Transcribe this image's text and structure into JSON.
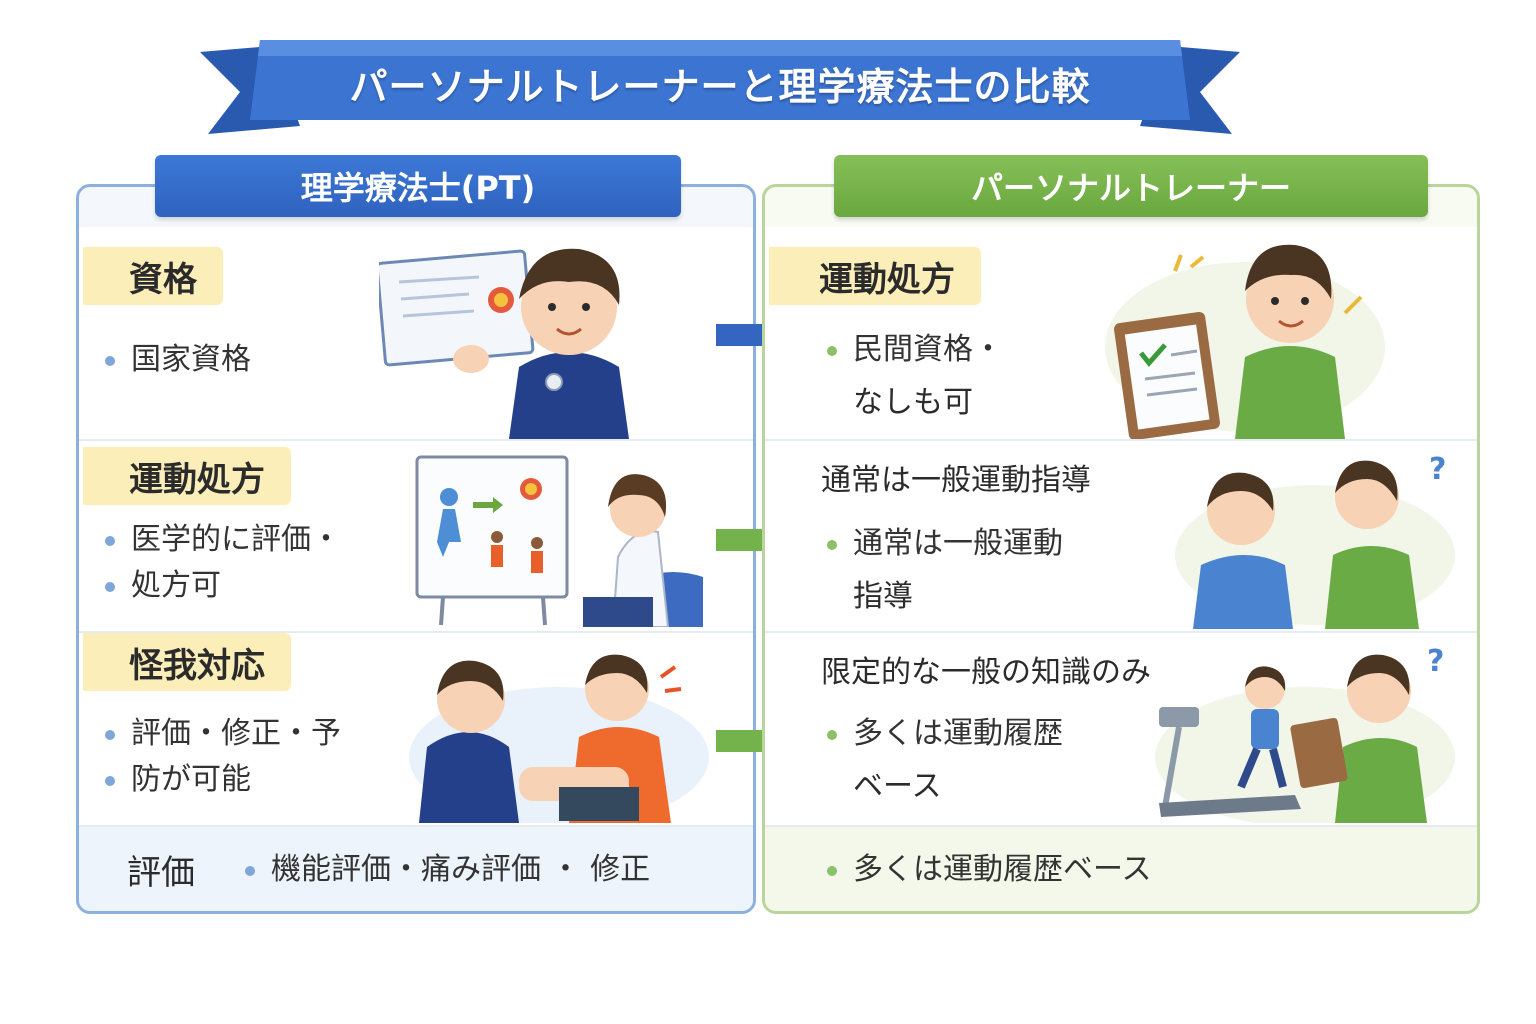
{
  "title": "パーソナルトレーナーと理学療法士の比較",
  "columns": {
    "pt": {
      "header": "理学療法士(PT)",
      "rows": [
        {
          "label": "資格",
          "bullet": [
            "国家資格"
          ]
        },
        {
          "label": "運動処方",
          "bullet": [
            "医学的に評価・",
            "処方可"
          ]
        },
        {
          "label": "怪我対応",
          "bullet": [
            "評価・修正・予",
            "防が可能"
          ]
        },
        {
          "label": "評価",
          "bullet": [
            "機能評価・痛み評価 ・ 修正"
          ]
        }
      ]
    },
    "trainer": {
      "header": "パーソナルトレーナー",
      "rows": [
        {
          "label": "運動処方",
          "bullet": [
            "民間資格・",
            "なしも可"
          ]
        },
        {
          "heading": "通常は一般運動指導",
          "bullet": [
            "通常は一般運動",
            "指導"
          ]
        },
        {
          "heading": "限定的な一般の知識のみ",
          "bullet": [
            "多くは運動履歴",
            "ベース"
          ]
        },
        {
          "bullet": [
            "多くは運動履歴ベース"
          ]
        }
      ]
    }
  },
  "icons": [
    "certificate-icon",
    "clipboard-icon",
    "treadmill-icon",
    "question-mark-icon"
  ],
  "colors": {
    "pt_blue": "#2f62bf",
    "trainer_green": "#6aa73f",
    "label_yellow": "#fbeeb9"
  }
}
